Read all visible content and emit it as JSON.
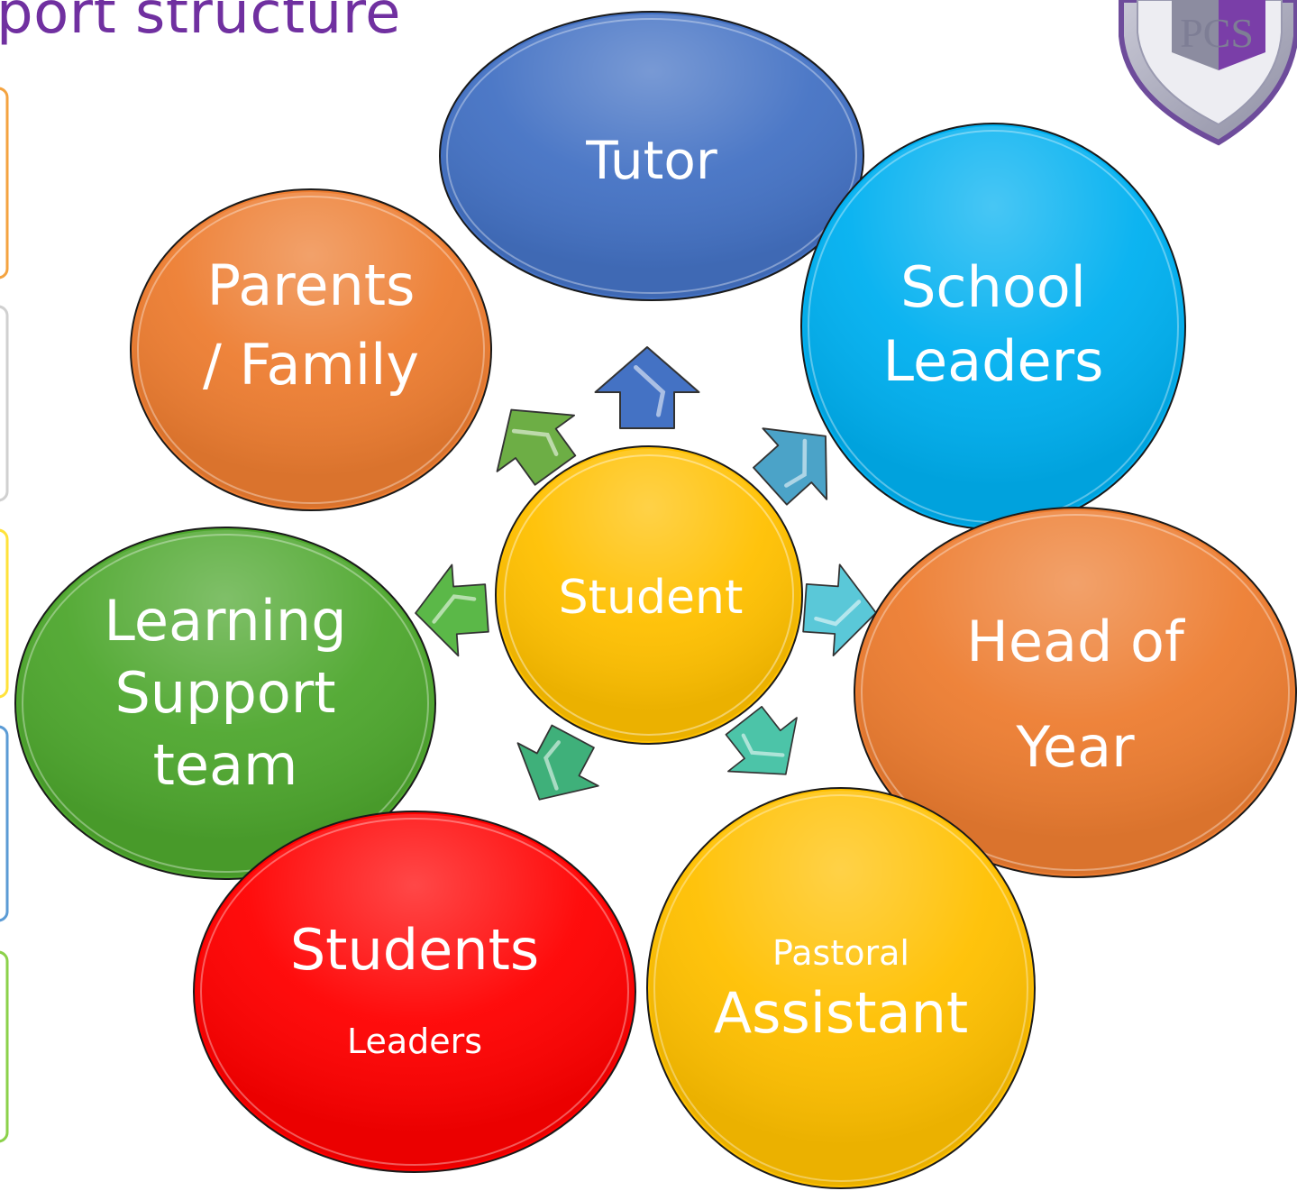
{
  "title": "port structure",
  "logo_text": "PCS",
  "center": {
    "label": "Student",
    "color": "#FFC000"
  },
  "nodes": [
    {
      "id": "tutor",
      "lines": [
        "Tutor"
      ],
      "color": "#4472C4"
    },
    {
      "id": "school-leaders",
      "lines": [
        "School",
        "Leaders"
      ],
      "color": "#00B0F0"
    },
    {
      "id": "head-of-year",
      "lines": [
        "Head of",
        "Year"
      ],
      "color": "#ED7D31"
    },
    {
      "id": "pastoral-assistant",
      "small_top": "Pastoral",
      "lines": [
        "Assistant"
      ],
      "color": "#FFC000"
    },
    {
      "id": "students-leaders",
      "lines": [
        "Students"
      ],
      "small_bottom": "Leaders",
      "color": "#FF0000"
    },
    {
      "id": "learning-support-team",
      "lines": [
        "Learning",
        "Support",
        "team"
      ],
      "color": "#4EA72E"
    },
    {
      "id": "parents-family",
      "lines": [
        "Parents",
        "/ Family"
      ],
      "color": "#ED7D31"
    }
  ],
  "arrow_colors": [
    "#4472C4",
    "#4BA3C8",
    "#5AC8D8",
    "#4CC4A8",
    "#3FB07A",
    "#5BB848",
    "#6DAE45"
  ],
  "side_tab_colors": [
    "#F4A340",
    "#D0D0D0",
    "#FFE23A",
    "#5B9BD5",
    "#8BD14A"
  ]
}
